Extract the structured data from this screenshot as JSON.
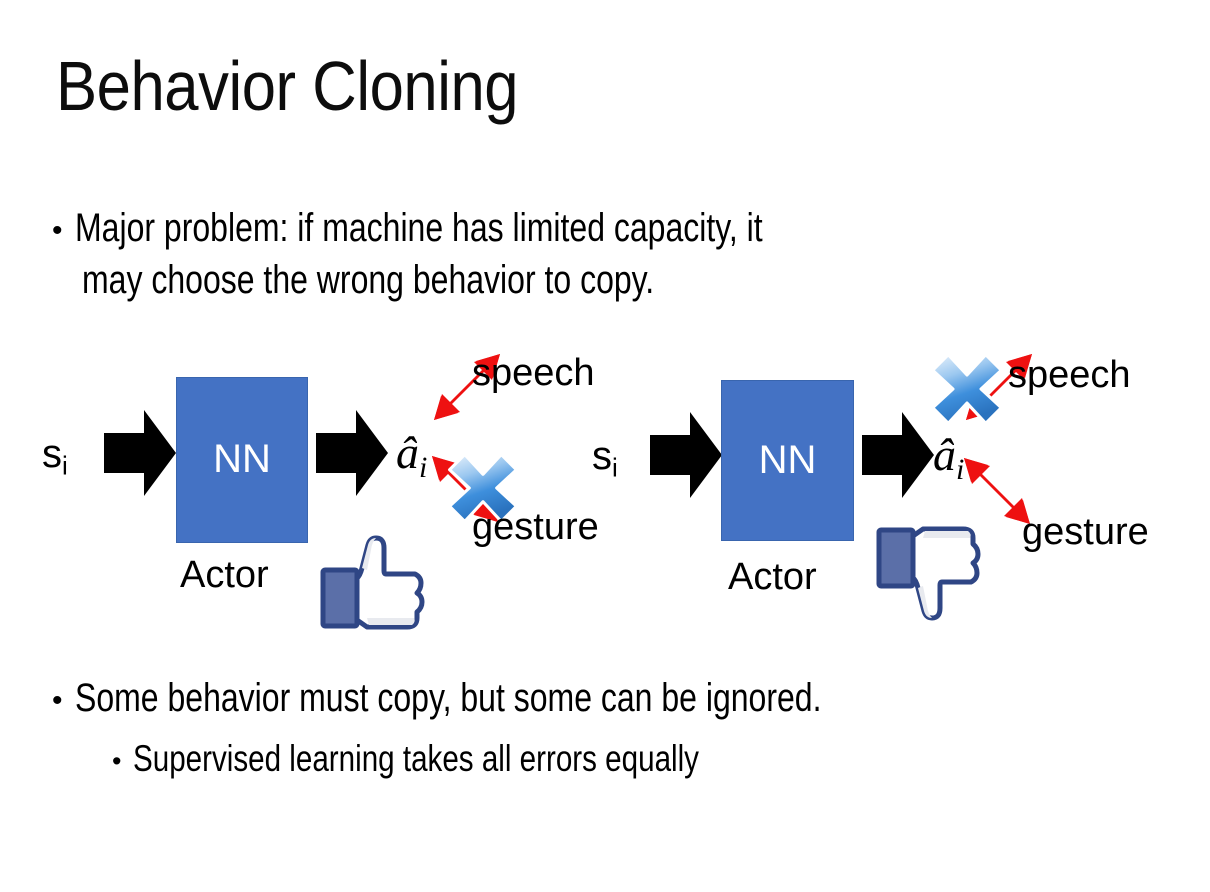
{
  "slide": {
    "title": "Behavior Cloning",
    "background_color": "#FFFFFF"
  },
  "colors": {
    "nn_box_fill": "#4472C4",
    "nn_box_border": "#3965AE",
    "arrow_black": "#000000",
    "arrow_red": "#EE1111",
    "cross_blue_light": "#CFE3F7",
    "cross_blue_dark": "#2E7FD4",
    "thumb_outline": "#3B5998",
    "thumb_fill": "#FFFFFF",
    "thumb_cuff": "#5B6FA8",
    "text_black": "#000000",
    "text_white": "#FFFFFF"
  },
  "bullets": {
    "top": {
      "marker": "•",
      "text": "Major problem: if machine has limited capacity, it",
      "text_line2": "may choose the wrong behavior to copy."
    },
    "bottom": {
      "marker": "•",
      "text": "Some behavior must copy, but some can be ignored."
    },
    "sub": {
      "marker": "•",
      "text": "Supervised learning takes all errors equally"
    }
  },
  "diagrams": [
    {
      "id": "left",
      "state_label": "s",
      "state_subscript": "i",
      "nn_label": "NN",
      "actor_label": "Actor",
      "action_label": "â",
      "action_subscript": "i",
      "branches": [
        {
          "name": "speech",
          "label": "speech",
          "crossed": false
        },
        {
          "name": "gesture",
          "label": "gesture",
          "crossed": true
        }
      ],
      "feedback_icon": "thumbs-up-icon",
      "feedback_sentiment": "positive"
    },
    {
      "id": "right",
      "state_label": "s",
      "state_subscript": "i",
      "nn_label": "NN",
      "actor_label": "Actor",
      "action_label": "â",
      "action_subscript": "i",
      "branches": [
        {
          "name": "speech",
          "label": "speech",
          "crossed": true
        },
        {
          "name": "gesture",
          "label": "gesture",
          "crossed": false
        }
      ],
      "feedback_icon": "thumbs-down-icon",
      "feedback_sentiment": "negative"
    }
  ]
}
